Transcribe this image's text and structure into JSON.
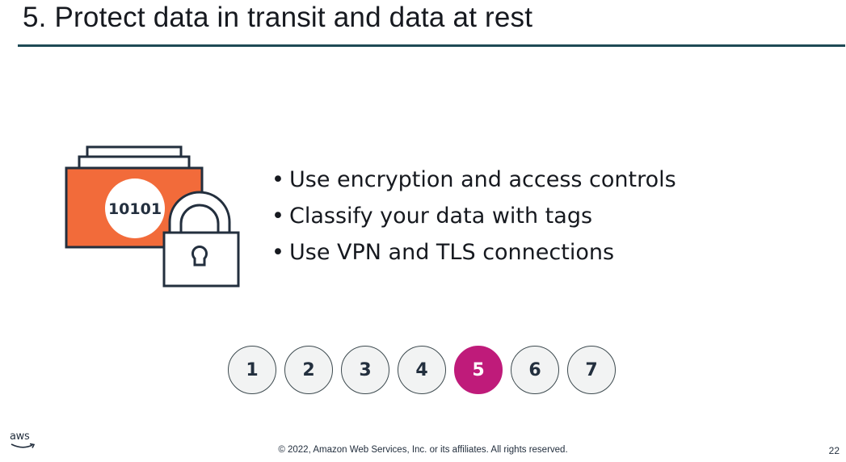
{
  "slide": {
    "title": "5. Protect data in transit and data at rest",
    "illustration": {
      "binary_label": "10101",
      "icon": "encrypted-data-lock-icon"
    },
    "bullets": [
      {
        "text": "Use encryption and access controls"
      },
      {
        "text": "Classify your data with tags"
      },
      {
        "text": "Use VPN and TLS connections"
      }
    ],
    "bullet_glyph": "•",
    "steps": [
      {
        "label": "1",
        "active": false
      },
      {
        "label": "2",
        "active": false
      },
      {
        "label": "3",
        "active": false
      },
      {
        "label": "4",
        "active": false
      },
      {
        "label": "5",
        "active": true
      },
      {
        "label": "6",
        "active": false
      },
      {
        "label": "7",
        "active": false
      }
    ],
    "footer": {
      "logo_text": "aws",
      "copyright": "© 2022, Amazon Web Services, Inc. or its affiliates. All rights reserved.",
      "page_number": "22"
    }
  },
  "colors": {
    "title_rule": "#1e4a55",
    "folder_orange": "#f26b3a",
    "outline": "#232f3e",
    "active_step": "#bf1b7a",
    "step_fill": "#f2f3f3"
  }
}
